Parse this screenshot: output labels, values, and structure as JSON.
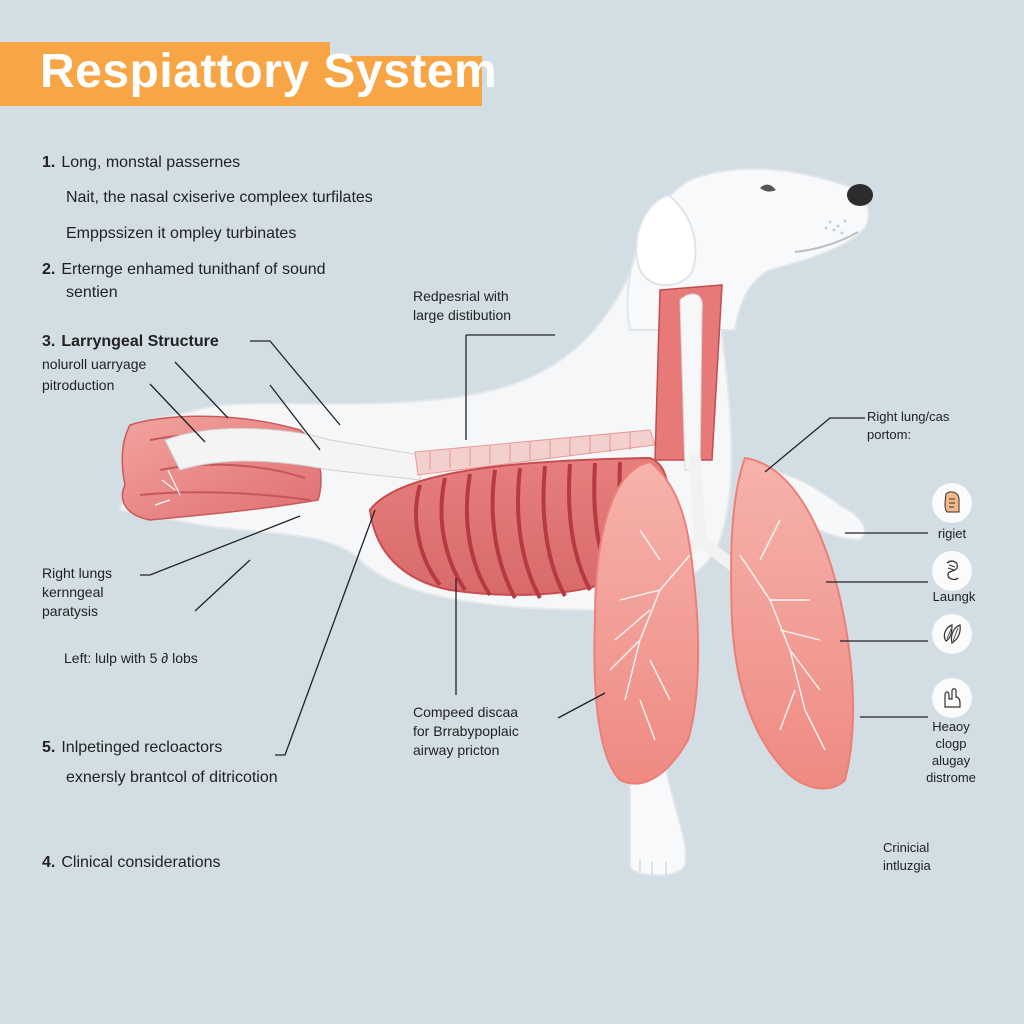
{
  "title": "Respiattory System",
  "colors": {
    "background": "#d3dde4",
    "title_bar": "#f7a545",
    "title_text": "#ffffff",
    "tissue_pink": "#f08f8a",
    "tissue_dark": "#c9434a",
    "lung_fill": "#f4a39c",
    "body_white": "#f7f7f7",
    "label_text": "#222222"
  },
  "left_labels": {
    "item1": {
      "number": "1.",
      "text": "Long, monstal passernes"
    },
    "item1_sub1": "Nait, the nasal cxiserive compleex turfilates",
    "item1_sub2": "Emppssizen it ompley turbinates",
    "item2": {
      "number": "2.",
      "text": "Erternge enhamed tunithanf of sound",
      "line2": "sentien"
    },
    "item3": {
      "number": "3.",
      "text": "Larryngeal Structure"
    },
    "item3_sub1": "noluroll uarryage",
    "item3_sub2": "pitroduction",
    "right_lungs": "Right lungs",
    "kerngeal": "kernngeal",
    "paralysis": "paratysis",
    "left_lulp": "Left: lulp with 5 ∂ lobs",
    "item5": {
      "number": "5.",
      "text": "Inlpetinged recloactors"
    },
    "item5_sub": "exnersly brantcol of ditricotion",
    "item4": {
      "number": "4.",
      "text": "Clinical considerations"
    }
  },
  "center_labels": {
    "top": [
      "Redpesrial with",
      "large distibution"
    ],
    "bottom": [
      "Compeed discaa",
      "for Brrabypoplaic",
      "airway pricton"
    ]
  },
  "right_labels": {
    "right_lung_portion": [
      "Right lung/cas",
      "portom:"
    ],
    "icons": [
      {
        "icon": "nasal-anatomy-icon",
        "label": "rigiet"
      },
      {
        "icon": "larynx-icon",
        "label": "Laungk"
      },
      {
        "icon": "lung-leaf-icon",
        "label": ""
      },
      {
        "icon": "airway-icon",
        "label": "Heaoy clogp alugay distrome"
      }
    ],
    "clinical": [
      "Crinicial",
      "intluzgia"
    ]
  }
}
